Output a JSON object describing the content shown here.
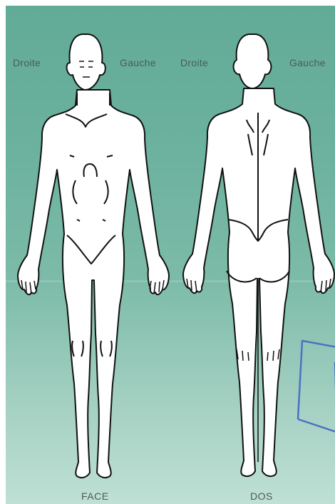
{
  "labels": {
    "face_right": "Droite",
    "face_left": "Gauche",
    "back_right": "Droite",
    "back_left": "Gauche",
    "face_caption": "FACE",
    "back_caption": "DOS"
  },
  "colors": {
    "background_top": "#62ab97",
    "background_bottom": "#bfe0d5",
    "body_fill": "#ffffff",
    "outline": "#111111",
    "arrow_stroke": "#4a72c4"
  },
  "icons": [
    "front-body-outline",
    "back-body-outline",
    "callout-arrow"
  ]
}
